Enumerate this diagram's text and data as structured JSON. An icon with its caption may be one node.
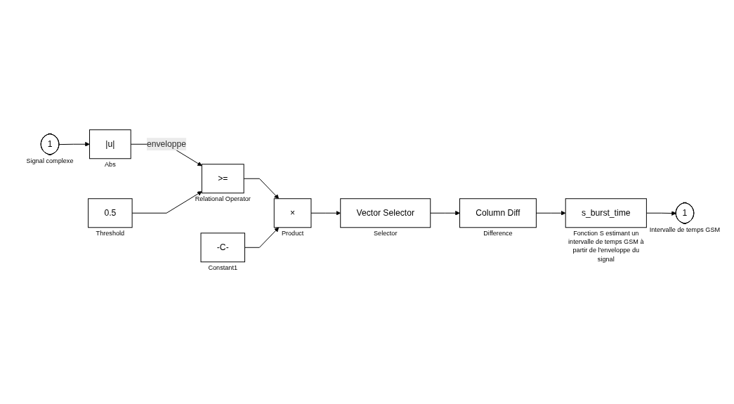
{
  "diagram": {
    "nodes": [
      {
        "text": [
          "1"
        ],
        "beside": [
          "Signal complexe"
        ]
      },
      {
        "text": [
          "|u|"
        ],
        "beside": [
          "Abs"
        ]
      },
      {
        "text": [
          ">="
        ],
        "beside": [
          "Relational Operator"
        ]
      },
      {
        "text": [
          "0.5"
        ],
        "beside": [
          "Threshold"
        ]
      },
      {
        "text": [
          "×"
        ],
        "beside": [
          "Product"
        ]
      },
      {
        "text": [
          "-C-"
        ],
        "beside": [
          "Constant1"
        ]
      },
      {
        "text": [
          "Vector Selector"
        ],
        "beside": [
          "Selector"
        ]
      },
      {
        "text": [
          "Column Diff"
        ],
        "beside": [
          "Difference"
        ]
      },
      {
        "text": [
          "s_burst_time"
        ],
        "beside": [
          "Fonction S estimant un intervalle de temps GSM à partir de l'enveloppe du signal"
        ]
      },
      {
        "text": [
          "1"
        ],
        "beside": [
          "Intervalle de temps GSM"
        ]
      }
    ],
    "edges": [
      {
        "from": 0,
        "to": 1,
        "arrow": "to"
      },
      {
        "from": 1,
        "to": 2,
        "arrow": "to",
        "label": "enveloppe"
      },
      {
        "from": 3,
        "to": 2,
        "arrow": "to"
      },
      {
        "from": 2,
        "to": 4,
        "arrow": "to"
      },
      {
        "from": 5,
        "to": 4,
        "arrow": "to"
      },
      {
        "from": 4,
        "to": 6,
        "arrow": "to"
      },
      {
        "from": 6,
        "to": 7,
        "arrow": "to"
      },
      {
        "from": 7,
        "to": 8,
        "arrow": "to"
      },
      {
        "from": 8,
        "to": 9,
        "arrow": "to"
      }
    ]
  }
}
